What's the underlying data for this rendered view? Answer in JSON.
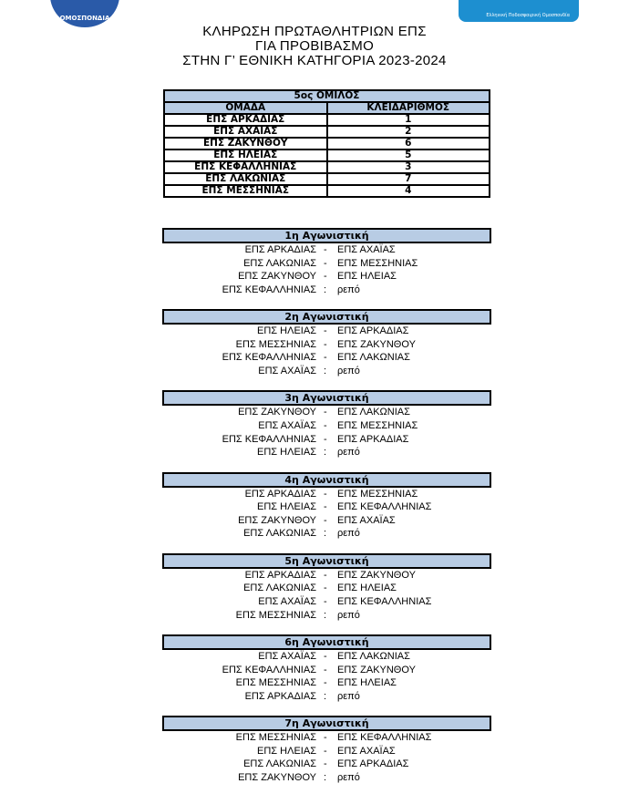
{
  "logos": {
    "left": "ΟΜΟΣΠΟΝΔΙΑ",
    "right": "Ελληνική Ποδοσφαιρική Ομοσπονδία"
  },
  "title": [
    "ΚΛΗΡΩΣΗ ΠΡΩΤΑΘΛΗΤΡΙΩΝ ΕΠΣ",
    "ΓΙΑ ΠΡΟΒΙΒΑΣΜΟ",
    "ΣΤΗΝ Γ’ ΕΘΝΙΚΗ ΚΑΤΗΓΟΡΙΑ 2023-2024"
  ],
  "group": {
    "title": "5ος ΟΜΙΛΟΣ",
    "headers": [
      "ΟΜΑΔΑ",
      "ΚΛΕΙΔΑΡΙΘΜΟΣ"
    ],
    "rows": [
      [
        "ΕΠΣ ΑΡΚΑΔΙΑΣ",
        "1"
      ],
      [
        "ΕΠΣ ΑΧΑΪΑΣ",
        "2"
      ],
      [
        "ΕΠΣ ΖΑΚΥΝΘΟΥ",
        "6"
      ],
      [
        "ΕΠΣ ΗΛΕΙΑΣ",
        "5"
      ],
      [
        "ΕΠΣ ΚΕΦΑΛΛΗΝΙΑΣ",
        "3"
      ],
      [
        "ΕΠΣ ΛΑΚΩΝΙΑΣ",
        "7"
      ],
      [
        "ΕΠΣ ΜΕΣΣΗΝΙΑΣ",
        "4"
      ]
    ]
  },
  "rounds": [
    {
      "title": "1η Αγωνιστική",
      "matches": [
        [
          "ΕΠΣ ΑΡΚΑΔΙΑΣ",
          "-",
          "ΕΠΣ ΑΧΑΪΑΣ"
        ],
        [
          "ΕΠΣ ΛΑΚΩΝΙΑΣ",
          "-",
          "ΕΠΣ ΜΕΣΣΗΝΙΑΣ"
        ],
        [
          "ΕΠΣ ΖΑΚΥΝΘΟΥ",
          "-",
          "ΕΠΣ ΗΛΕΙΑΣ"
        ],
        [
          "ΕΠΣ ΚΕΦΑΛΛΗΝΙΑΣ",
          ":",
          "ρεπό"
        ]
      ]
    },
    {
      "title": "2η Αγωνιστική",
      "matches": [
        [
          "ΕΠΣ ΗΛΕΙΑΣ",
          "-",
          "ΕΠΣ ΑΡΚΑΔΙΑΣ"
        ],
        [
          "ΕΠΣ ΜΕΣΣΗΝΙΑΣ",
          "-",
          "ΕΠΣ ΖΑΚΥΝΘΟΥ"
        ],
        [
          "ΕΠΣ ΚΕΦΑΛΛΗΝΙΑΣ",
          "-",
          "ΕΠΣ ΛΑΚΩΝΙΑΣ"
        ],
        [
          "ΕΠΣ ΑΧΑΪΑΣ",
          ":",
          "ρεπό"
        ]
      ]
    },
    {
      "title": "3η Αγωνιστική",
      "matches": [
        [
          "ΕΠΣ ΖΑΚΥΝΘΟΥ",
          "-",
          "ΕΠΣ ΛΑΚΩΝΙΑΣ"
        ],
        [
          "ΕΠΣ ΑΧΑΪΑΣ",
          "-",
          "ΕΠΣ ΜΕΣΣΗΝΙΑΣ"
        ],
        [
          "ΕΠΣ ΚΕΦΑΛΛΗΝΙΑΣ",
          "-",
          "ΕΠΣ ΑΡΚΑΔΙΑΣ"
        ],
        [
          "ΕΠΣ ΗΛΕΙΑΣ",
          ":",
          "ρεπό"
        ]
      ]
    },
    {
      "title": "4η Αγωνιστική",
      "matches": [
        [
          "ΕΠΣ ΑΡΚΑΔΙΑΣ",
          "-",
          "ΕΠΣ ΜΕΣΣΗΝΙΑΣ"
        ],
        [
          "ΕΠΣ ΗΛΕΙΑΣ",
          "-",
          "ΕΠΣ ΚΕΦΑΛΛΗΝΙΑΣ"
        ],
        [
          "ΕΠΣ ΖΑΚΥΝΘΟΥ",
          "-",
          "ΕΠΣ ΑΧΑΪΑΣ"
        ],
        [
          "ΕΠΣ ΛΑΚΩΝΙΑΣ",
          ":",
          "ρεπό"
        ]
      ]
    },
    {
      "title": "5η Αγωνιστική",
      "matches": [
        [
          "ΕΠΣ ΑΡΚΑΔΙΑΣ",
          "-",
          "ΕΠΣ ΖΑΚΥΝΘΟΥ"
        ],
        [
          "ΕΠΣ ΛΑΚΩΝΙΑΣ",
          "-",
          "ΕΠΣ ΗΛΕΙΑΣ"
        ],
        [
          "ΕΠΣ ΑΧΑΪΑΣ",
          "-",
          "ΕΠΣ ΚΕΦΑΛΛΗΝΙΑΣ"
        ],
        [
          "ΕΠΣ ΜΕΣΣΗΝΙΑΣ",
          ":",
          "ρεπό"
        ]
      ]
    },
    {
      "title": "6η Αγωνιστική",
      "matches": [
        [
          "ΕΠΣ ΑΧΑΪΑΣ",
          "-",
          "ΕΠΣ ΛΑΚΩΝΙΑΣ"
        ],
        [
          "ΕΠΣ ΚΕΦΑΛΛΗΝΙΑΣ",
          "-",
          "ΕΠΣ ΖΑΚΥΝΘΟΥ"
        ],
        [
          "ΕΠΣ ΜΕΣΣΗΝΙΑΣ",
          "-",
          "ΕΠΣ ΗΛΕΙΑΣ"
        ],
        [
          "ΕΠΣ ΑΡΚΑΔΙΑΣ",
          ":",
          "ρεπό"
        ]
      ]
    },
    {
      "title": "7η Αγωνιστική",
      "matches": [
        [
          "ΕΠΣ ΜΕΣΣΗΝΙΑΣ",
          "-",
          "ΕΠΣ ΚΕΦΑΛΛΗΝΙΑΣ"
        ],
        [
          "ΕΠΣ ΗΛΕΙΑΣ",
          "-",
          "ΕΠΣ ΑΧΑΪΑΣ"
        ],
        [
          "ΕΠΣ ΛΑΚΩΝΙΑΣ",
          "-",
          "ΕΠΣ ΑΡΚΑΔΙΑΣ"
        ],
        [
          "ΕΠΣ ΖΑΚΥΝΘΟΥ",
          ":",
          "ρεπό"
        ]
      ]
    }
  ]
}
